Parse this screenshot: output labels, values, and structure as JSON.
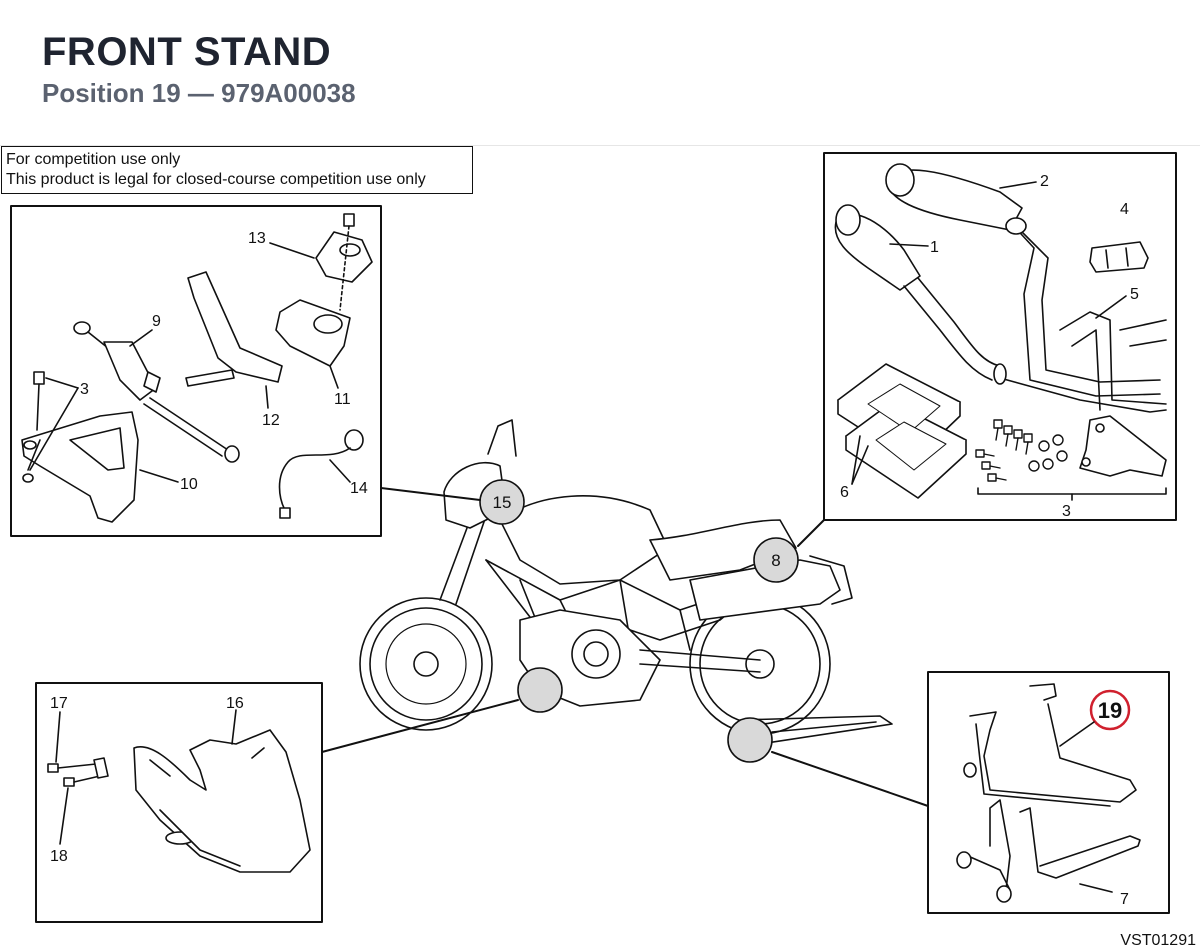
{
  "header": {
    "title": "FRONT STAND",
    "subtitle": "Position 19 — 979A00038"
  },
  "notice": {
    "line1": "For competition use only",
    "line2": "This product is legal for closed-course competition use only"
  },
  "callouts": {
    "c15": "15",
    "c8": "8",
    "c19": "19"
  },
  "panels": {
    "steering": {
      "labels": [
        "13",
        "9",
        "3",
        "12",
        "11",
        "10",
        "14"
      ]
    },
    "exhaust": {
      "labels": [
        "2",
        "4",
        "1",
        "5",
        "6",
        "3"
      ]
    },
    "fairing": {
      "labels": [
        "17",
        "16",
        "18"
      ]
    },
    "stand": {
      "labels": [
        "7"
      ]
    }
  },
  "highlight_color": "#d0202e",
  "drawing_code": "VST01291"
}
